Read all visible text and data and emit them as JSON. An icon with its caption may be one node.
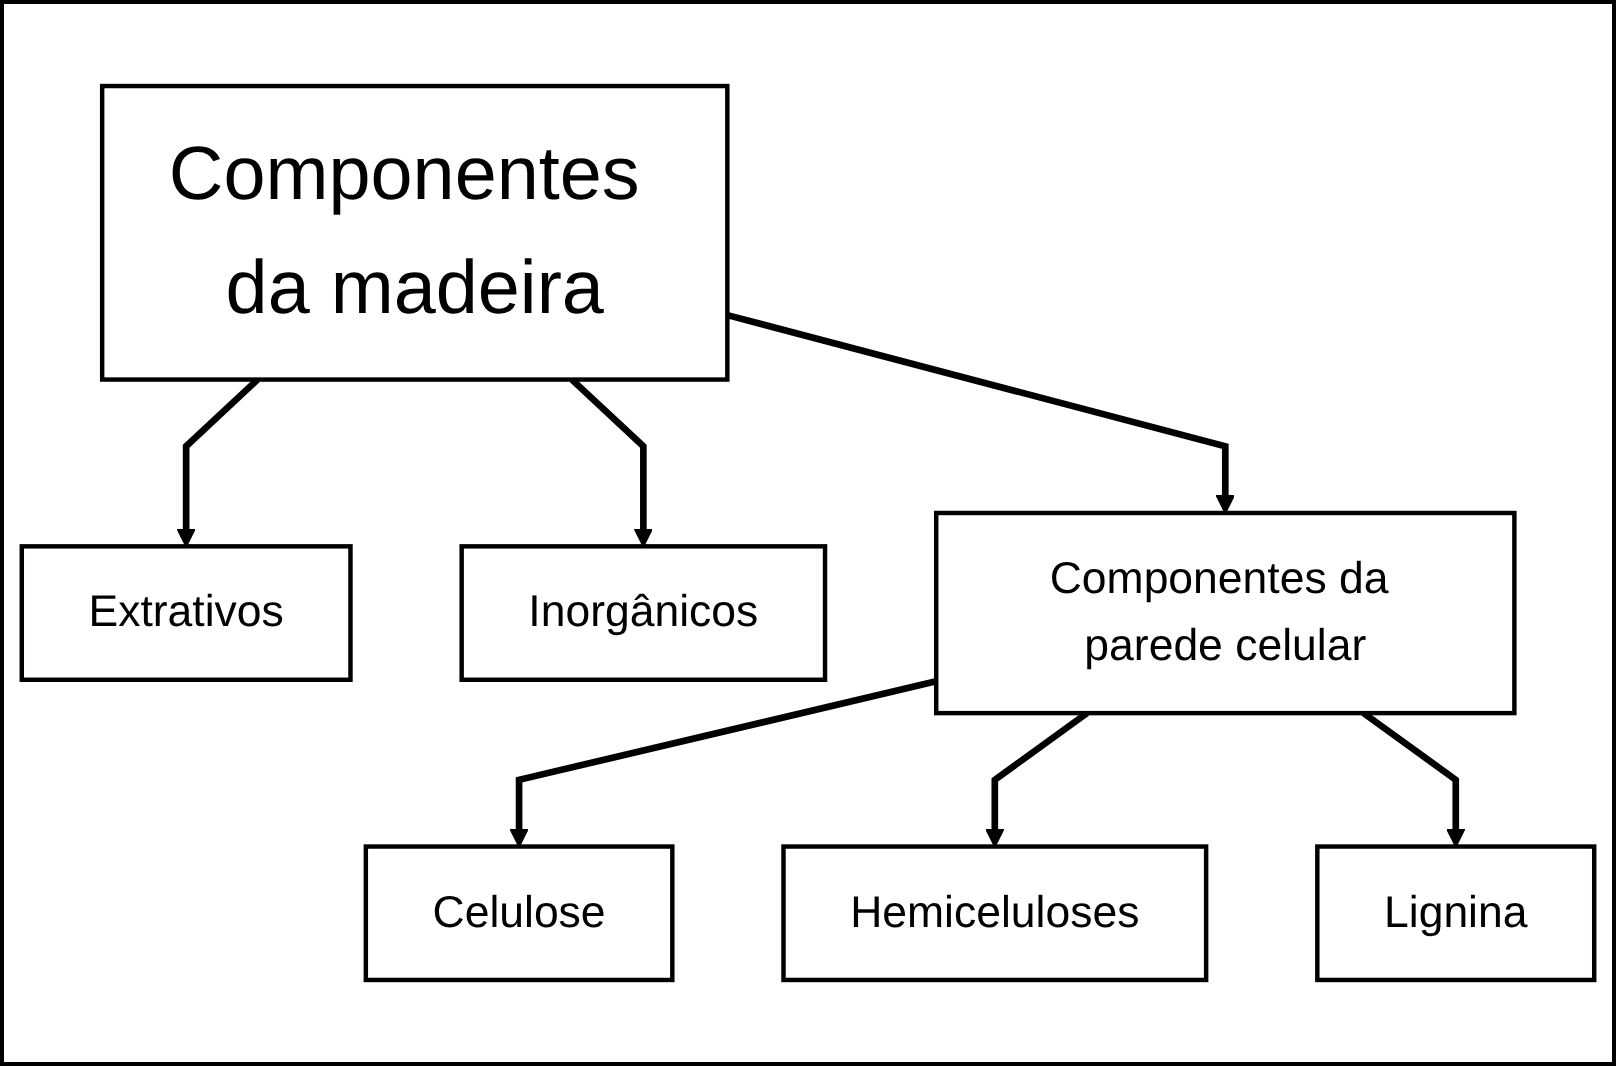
{
  "diagram": {
    "nodes": [
      {
        "text": [
          "Componentes da madeira"
        ]
      },
      {
        "text": [
          "Extrativos"
        ]
      },
      {
        "text": [
          "Inorgânicos"
        ]
      },
      {
        "text": [
          "Componentes da parede celular"
        ]
      },
      {
        "text": [
          "Celulose"
        ]
      },
      {
        "text": [
          "Hemiceluloses"
        ]
      },
      {
        "text": [
          "Lignina"
        ]
      }
    ],
    "edges": [
      {
        "from": 0,
        "to": 1,
        "arrow": "to"
      },
      {
        "from": 0,
        "to": 3,
        "arrow": "to"
      },
      {
        "from": 0,
        "to": 2,
        "arrow": "to"
      },
      {
        "from": 3,
        "to": 4,
        "arrow": "to"
      },
      {
        "from": 3,
        "to": 5,
        "arrow": "to"
      },
      {
        "from": 3,
        "to": 6,
        "arrow": "to"
      }
    ]
  }
}
